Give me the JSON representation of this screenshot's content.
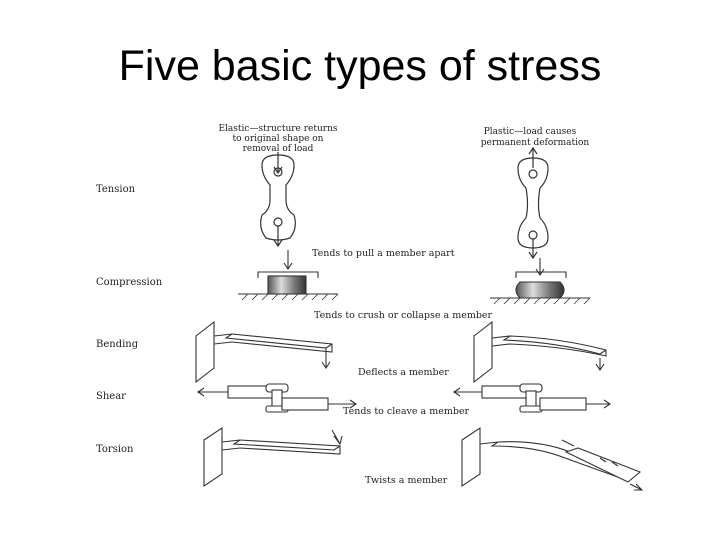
{
  "slide": {
    "title": "Five basic types of stress"
  },
  "figure": {
    "headers": {
      "elastic_line1": "Elastic—structure returns",
      "elastic_line2": "to original shape on",
      "elastic_line3": "removal of load",
      "plastic_line1": "Plastic—load causes",
      "plastic_line2": "permanent deformation"
    },
    "rows": [
      {
        "label": "Tension",
        "caption": "Tends to pull a member apart"
      },
      {
        "label": "Compression",
        "caption": "Tends to crush or collapse a member"
      },
      {
        "label": "Bending",
        "caption": "Deflects a member"
      },
      {
        "label": "Shear",
        "caption": "Tends to cleave a member"
      },
      {
        "label": "Torsion",
        "caption": "Twists a member"
      }
    ]
  }
}
